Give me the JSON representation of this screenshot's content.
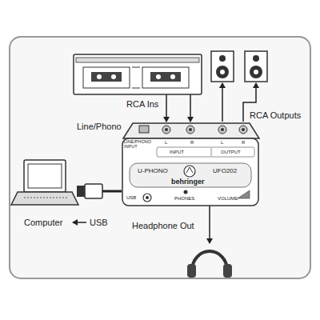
{
  "diagram": {
    "nodes": [
      {
        "text": [
          "LINE/PHONO INPUT",
          "INPUT",
          "L",
          "R",
          "OUTPUT",
          "L",
          "R",
          "U-PHONO",
          "behringer",
          "UFO202",
          "USB",
          "PHONES",
          "VOLUME"
        ]
      }
    ],
    "labels": [
      "RCA Ins",
      "RCA Outputs",
      "Line/Phono",
      "Computer",
      "USB",
      "Headphone Out"
    ]
  }
}
